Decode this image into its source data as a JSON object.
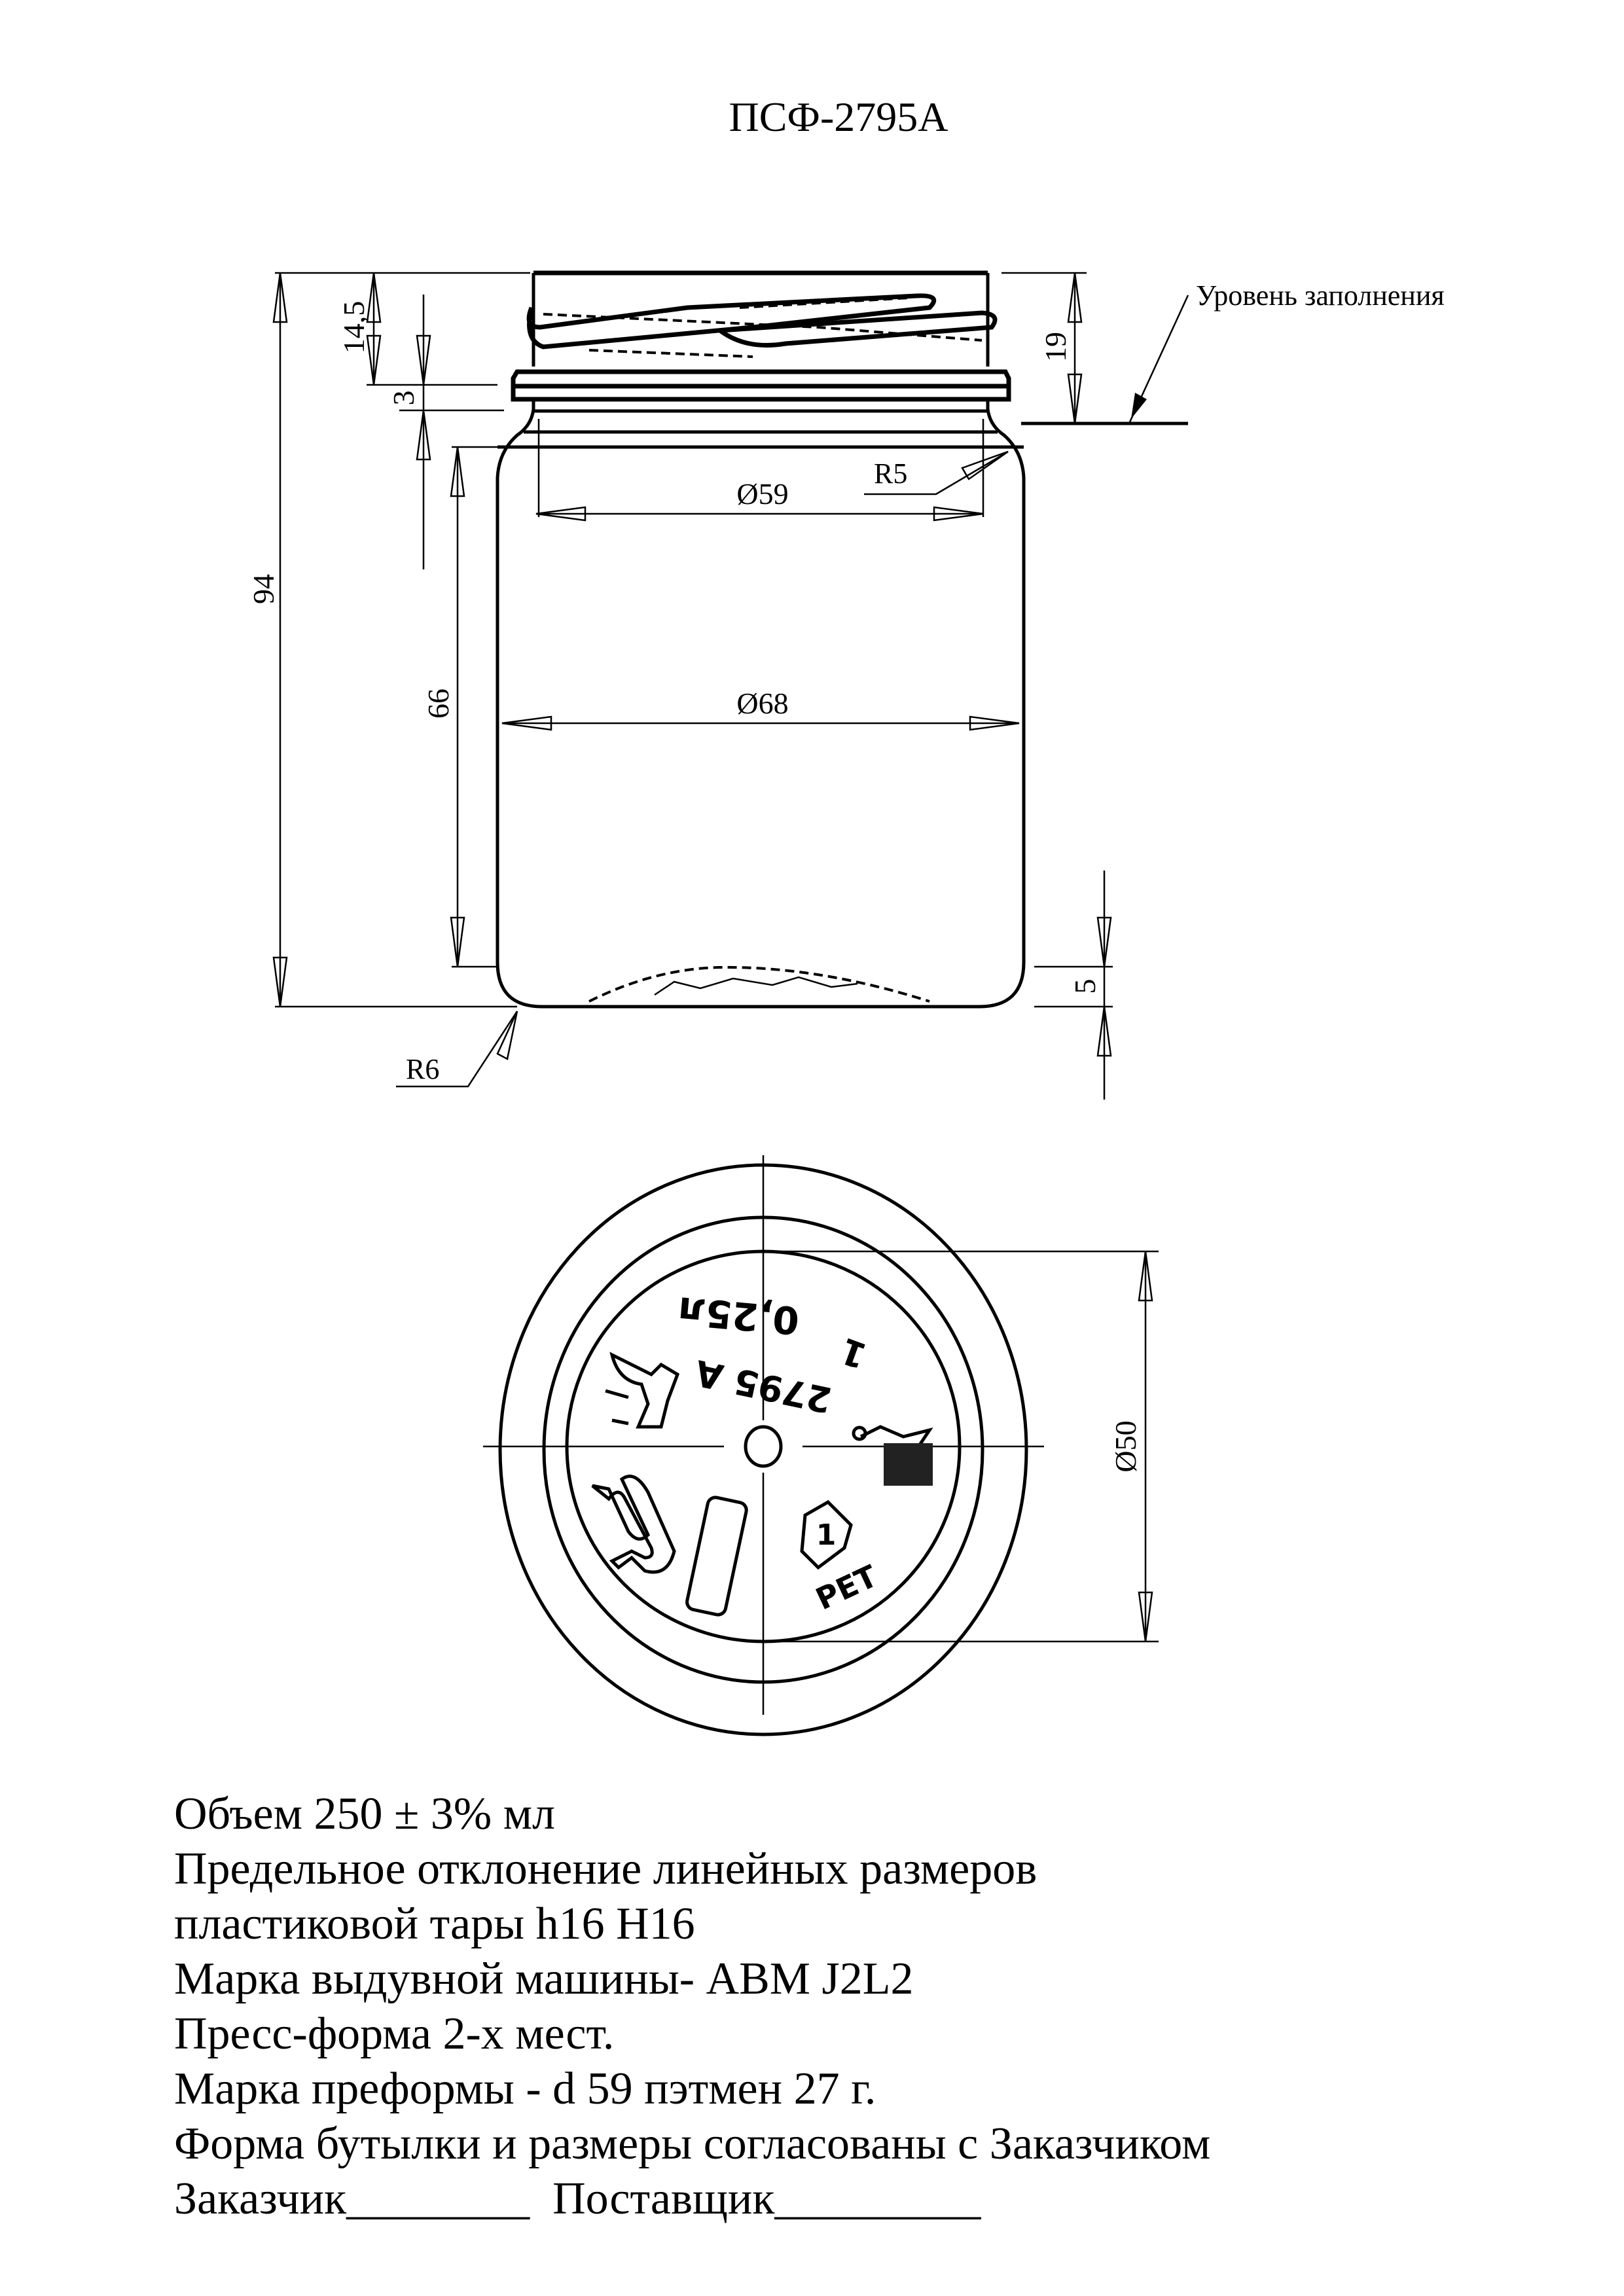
{
  "title": "ПСФ-2795А",
  "side_view": {
    "fill_level_label": "Уровень заполнения",
    "dimensions": {
      "overall_height": "94",
      "finish_height": "14,5",
      "neck_ring": "3",
      "fill_depth": "19",
      "body_height": "66",
      "base_height": "5",
      "neck_diameter": "Ø59",
      "body_diameter": "Ø68",
      "shoulder_radius": "R5",
      "base_radius": "R6"
    }
  },
  "bottom_view": {
    "volume_mark": "0,25л",
    "model_mark": "2795 A",
    "cavity_mark": "1",
    "recycling_number": "1",
    "recycling_label": "PET",
    "base_diameter": "Ø50"
  },
  "notes": [
    "Объем 250 ± 3% мл",
    "Предельное отклонение линейных размеров",
    "пластиковой тары h16 H16",
    "Марка выдувной машины- ABM J2L2",
    "Пресс-форма 2-х мест.",
    "Марка преформы - d 59 пэтмен 27 г.",
    "Форма бутылки и размеры согласованы с Заказчиком",
    "Заказчик________  Поставщик_________"
  ]
}
